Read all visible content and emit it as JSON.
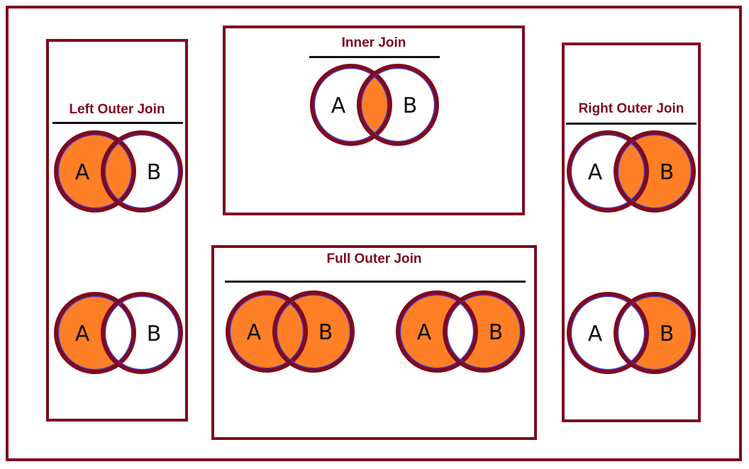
{
  "colors": {
    "border": "#7f0a1e",
    "fill": "#ff7f27",
    "ring_inner": "#3b3bd6",
    "text": "#111111"
  },
  "labels": {
    "a": "A",
    "b": "B"
  },
  "panels": {
    "inner_join": {
      "title": "Inner Join",
      "diagrams": [
        {
          "shade": "intersection"
        }
      ]
    },
    "left_outer_join": {
      "title": "Left Outer Join",
      "diagrams": [
        {
          "shade": "a"
        },
        {
          "shade": "a-only"
        }
      ]
    },
    "right_outer_join": {
      "title": "Right Outer Join",
      "diagrams": [
        {
          "shade": "b"
        },
        {
          "shade": "b-only"
        }
      ]
    },
    "full_outer_join": {
      "title": "Full Outer Join",
      "diagrams": [
        {
          "shade": "union"
        },
        {
          "shade": "symmetric-difference"
        }
      ]
    }
  }
}
